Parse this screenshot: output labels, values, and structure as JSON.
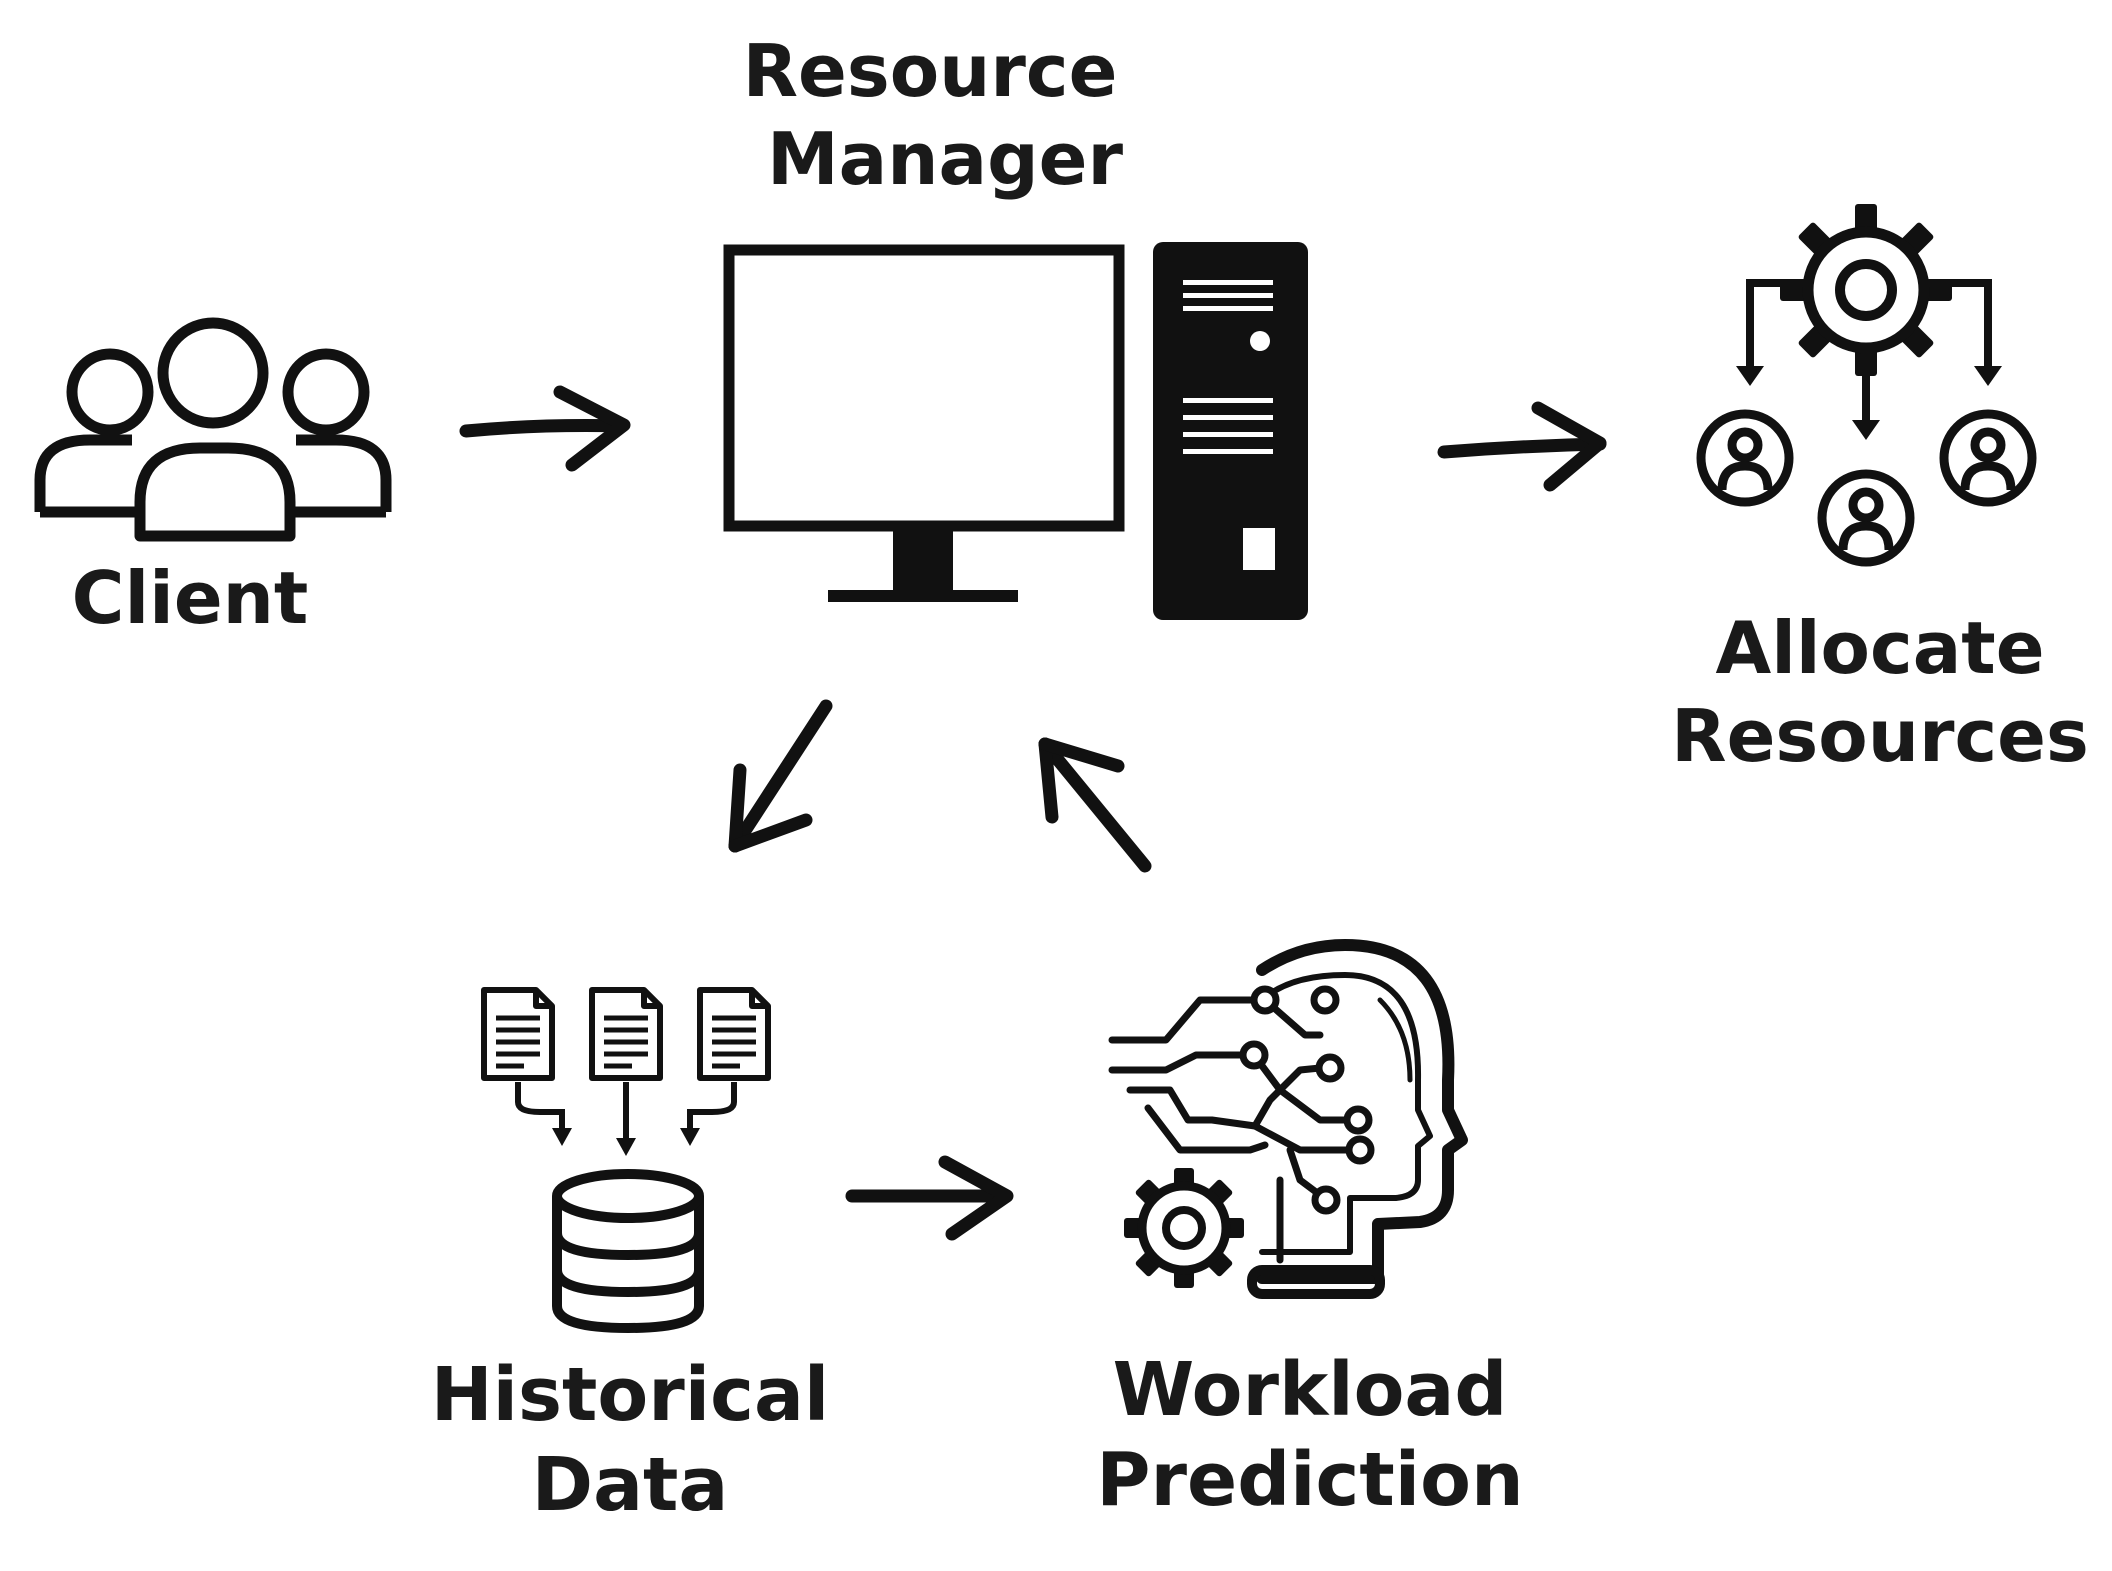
{
  "nodes": {
    "resource_manager": {
      "line1": "Resource",
      "line2": "Manager",
      "icon": "computer-icon"
    },
    "client": {
      "label": "Client",
      "icon": "users-group-icon"
    },
    "allocate": {
      "line1": "Allocate",
      "line2": "Resources",
      "icon": "resource-allocation-icon"
    },
    "historical": {
      "line1": "Historical",
      "line2": "Data",
      "icon": "database-icon"
    },
    "workload": {
      "line1": "Workload",
      "line2": "Prediction",
      "icon": "ai-head-icon"
    }
  },
  "edges": [
    {
      "from": "Client",
      "to": "Resource Manager"
    },
    {
      "from": "Resource Manager",
      "to": "Allocate Resources"
    },
    {
      "from": "Resource Manager",
      "to": "Historical Data"
    },
    {
      "from": "Historical Data",
      "to": "Workload Prediction"
    },
    {
      "from": "Workload Prediction",
      "to": "Resource Manager"
    }
  ],
  "colors": {
    "ink": "#111111",
    "background": "#ffffff"
  }
}
